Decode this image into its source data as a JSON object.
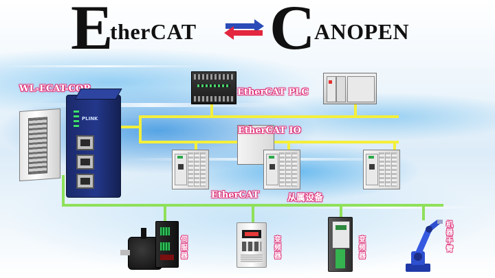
{
  "title": {
    "left_initial": "E",
    "left_rest": "therCAT",
    "right_initial": "C",
    "right_rest": "ANOPEN",
    "arrow_colors": [
      "#2a4bb8",
      "#e2273f"
    ]
  },
  "labels": {
    "gateway_model": "WL-ECAT-COP",
    "plc": "EtherCAT PLC",
    "io": "EtherCAT IO",
    "slave_prefix": "EtherCAT",
    "slave_suffix": "从属设备",
    "gateway_brand": "PLINK"
  },
  "devices": {
    "servo": "伺服器",
    "inverter1": "变频器",
    "inverter2": "变频器",
    "robot_arm": "机器手臂"
  },
  "colors": {
    "bus_ethercat": "#f4ef3a",
    "bus_canopen": "#8fe05a",
    "label_outline": "#e0327a",
    "gateway_body": "#23378a",
    "robot": "#2e4fcf"
  },
  "icons": [
    "ethercat-canopen-arrows-icon",
    "gateway-module-icon",
    "plc-icon",
    "io-module-icon",
    "servo-motor-icon",
    "servo-drive-icon",
    "inverter-icon",
    "robot-arm-icon"
  ]
}
